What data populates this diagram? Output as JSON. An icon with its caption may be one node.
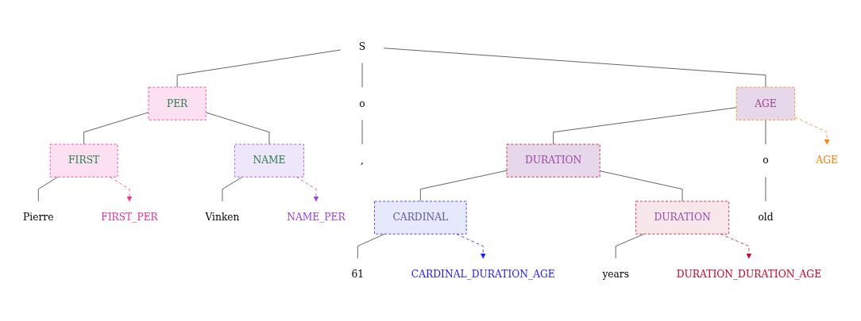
{
  "diagram": {
    "nodes": [
      {
        "text": [
          "S"
        ]
      },
      {
        "text": [
          "PER"
        ]
      },
      {
        "text": [
          "o"
        ]
      },
      {
        "text": [
          "AGE"
        ]
      },
      {
        "text": [
          "FIRST"
        ]
      },
      {
        "text": [
          "NAME"
        ]
      },
      {
        "text": [
          ","
        ]
      },
      {
        "text": [
          "DURATION"
        ]
      },
      {
        "text": [
          "o"
        ]
      },
      {
        "text": [
          "Pierre"
        ]
      },
      {
        "text": [
          "Vinken"
        ]
      },
      {
        "text": [
          "CARDINAL"
        ]
      },
      {
        "text": [
          "DURATION"
        ]
      },
      {
        "text": [
          "old"
        ]
      },
      {
        "text": [
          "FIRST_PER"
        ]
      },
      {
        "text": [
          "NAME_PER"
        ]
      },
      {
        "text": [
          "AGE"
        ]
      },
      {
        "text": [
          "61"
        ]
      },
      {
        "text": [
          "years"
        ]
      },
      {
        "text": [
          "CARDINAL_DURATION_AGE"
        ]
      },
      {
        "text": [
          "DURATION_DURATION_AGE"
        ]
      }
    ],
    "edges": [
      {
        "from": 0,
        "to": 1,
        "arrow": "none"
      },
      {
        "from": 0,
        "to": 2,
        "arrow": "none"
      },
      {
        "from": 0,
        "to": 3,
        "arrow": "none"
      },
      {
        "from": 1,
        "to": 4,
        "arrow": "none"
      },
      {
        "from": 1,
        "to": 5,
        "arrow": "none"
      },
      {
        "from": 2,
        "to": 6,
        "arrow": "none"
      },
      {
        "from": 3,
        "to": 7,
        "arrow": "none"
      },
      {
        "from": 3,
        "to": 8,
        "arrow": "none"
      },
      {
        "from": 4,
        "to": 9,
        "arrow": "none"
      },
      {
        "from": 5,
        "to": 10,
        "arrow": "none"
      },
      {
        "from": 7,
        "to": 11,
        "arrow": "none"
      },
      {
        "from": 7,
        "to": 12,
        "arrow": "none"
      },
      {
        "from": 8,
        "to": 13,
        "arrow": "none"
      },
      {
        "from": 11,
        "to": 17,
        "arrow": "none"
      },
      {
        "from": 12,
        "to": 18,
        "arrow": "none"
      },
      {
        "from": 4,
        "to": 14,
        "arrow": "to",
        "style": "dashed",
        "color": "#e8338f"
      },
      {
        "from": 5,
        "to": 15,
        "arrow": "to",
        "style": "dashed",
        "color": "#9b3ee0"
      },
      {
        "from": 3,
        "to": 16,
        "arrow": "to",
        "style": "dashed",
        "color": "#ff8000"
      },
      {
        "from": 11,
        "to": 19,
        "arrow": "to",
        "style": "dashed",
        "color": "#1a1aff"
      },
      {
        "from": 12,
        "to": 20,
        "arrow": "to",
        "style": "dashed",
        "color": "#cc0022"
      }
    ]
  }
}
